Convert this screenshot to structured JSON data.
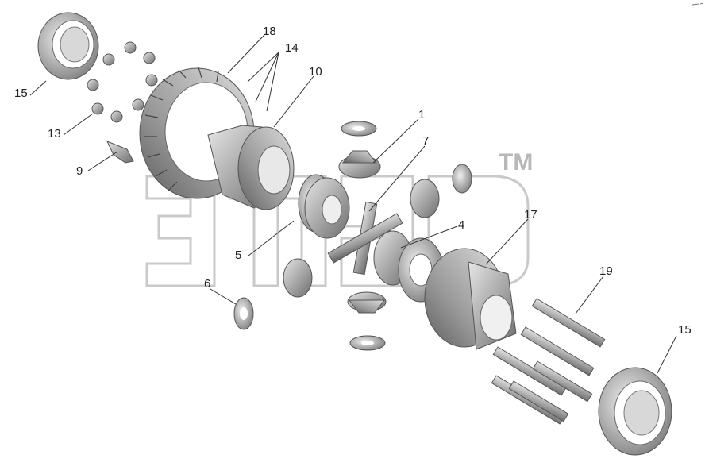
{
  "diagram": {
    "watermark": {
      "trademark": "TM"
    },
    "callouts": [
      {
        "id": "c15a",
        "text": "15"
      },
      {
        "id": "c18",
        "text": "18"
      },
      {
        "id": "c14",
        "text": "14"
      },
      {
        "id": "c10",
        "text": "10"
      },
      {
        "id": "c13",
        "text": "13"
      },
      {
        "id": "c9",
        "text": "9"
      },
      {
        "id": "c1",
        "text": "1"
      },
      {
        "id": "c7",
        "text": "7"
      },
      {
        "id": "c4",
        "text": "4"
      },
      {
        "id": "c17",
        "text": "17"
      },
      {
        "id": "c5",
        "text": "5"
      },
      {
        "id": "c6",
        "text": "6"
      },
      {
        "id": "c19",
        "text": "19"
      },
      {
        "id": "c15b",
        "text": "15"
      }
    ]
  }
}
